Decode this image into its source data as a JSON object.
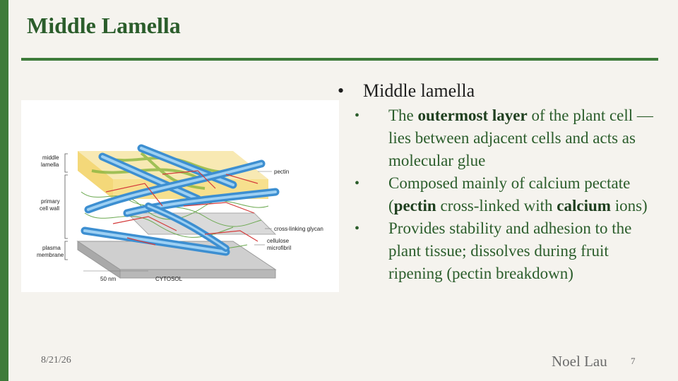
{
  "slide": {
    "title": "Middle Lamella",
    "main_bullet": "Middle lamella",
    "sub_bullets": [
      {
        "parts": [
          {
            "text": "The ",
            "bold": false
          },
          {
            "text": "outermost layer",
            "bold": true
          },
          {
            "text": " of the plant cell — lies between adjacent cells and acts as molecular glue",
            "bold": false
          }
        ]
      },
      {
        "parts": [
          {
            "text": "Composed mainly of calcium pectate (",
            "bold": false
          },
          {
            "text": "pectin",
            "bold": true
          },
          {
            "text": " cross-linked with ",
            "bold": false
          },
          {
            "text": "calcium",
            "bold": true
          },
          {
            "text": " ions)",
            "bold": false
          }
        ]
      },
      {
        "parts": [
          {
            "text": "Provides stability and adhesion to the plant tissue; dissolves during fruit ripening (pectin breakdown)",
            "bold": false
          }
        ]
      }
    ],
    "bullet_glyph": "•"
  },
  "figure": {
    "labels": {
      "middle_lamella_1": "middle",
      "middle_lamella_2": "lamella",
      "primary_wall_1": "primary",
      "primary_wall_2": "cell wall",
      "plasma_1": "plasma",
      "plasma_2": "membrane",
      "pectin": "pectin",
      "glycan": "cross-linking glycan",
      "cellulose_1": "cellulose",
      "cellulose_2": "microfibril",
      "scale": "50 nm",
      "cytosol": "CYTOSOL"
    }
  },
  "footer": {
    "date": "8/21/26",
    "author": "Noel Lau",
    "page": "7"
  },
  "colors": {
    "accent": "#3e7b3a",
    "title": "#2b5d2b",
    "background": "#f5f3ee"
  }
}
